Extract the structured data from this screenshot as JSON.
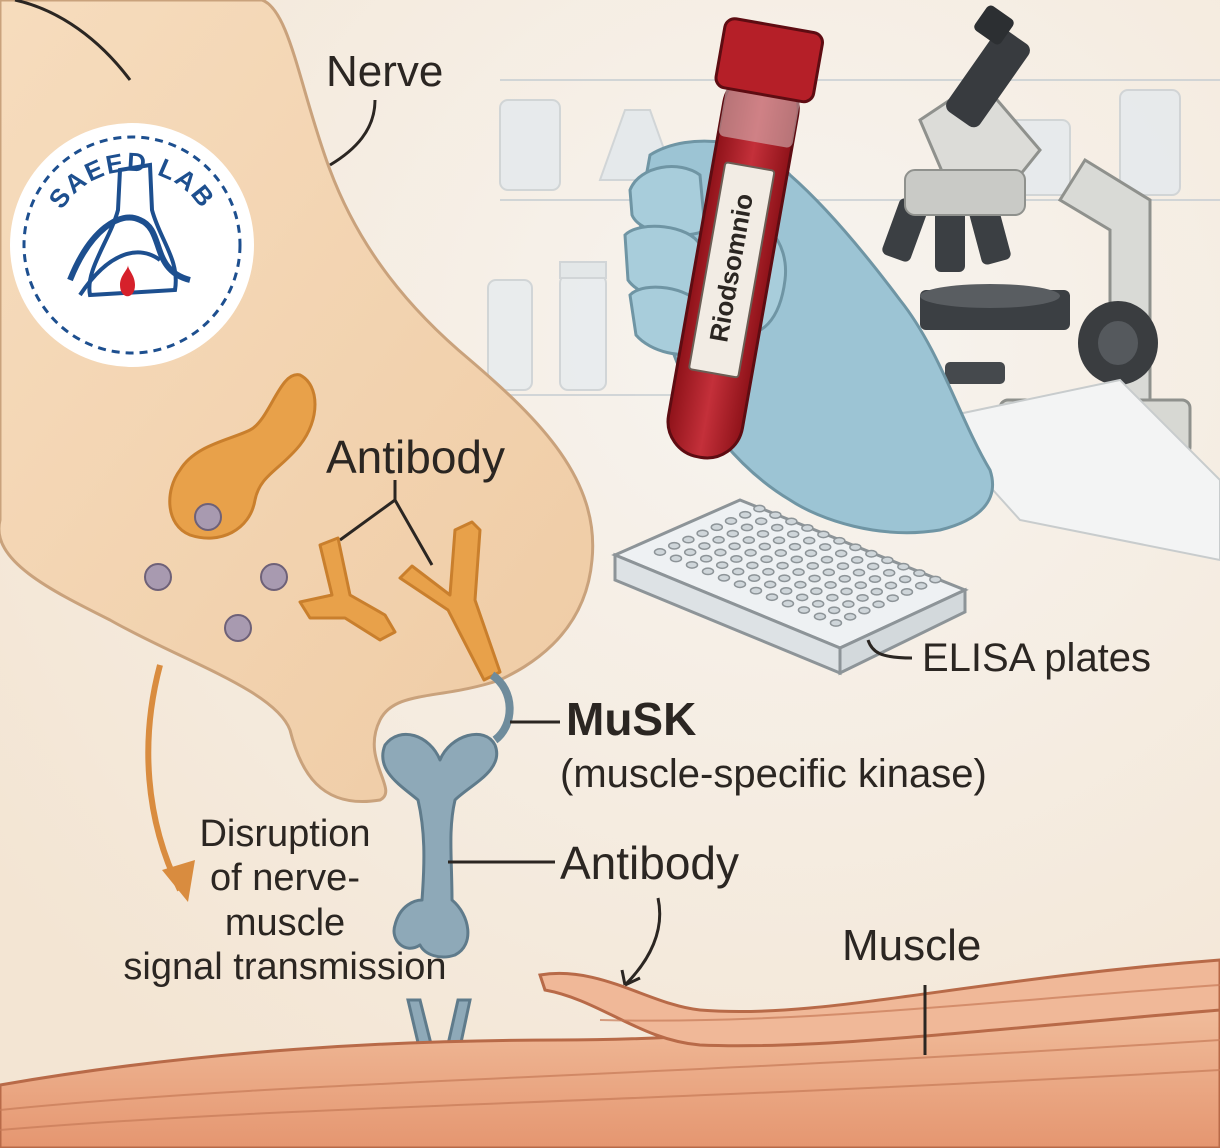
{
  "labels": {
    "nerve": "Nerve",
    "antibody_top": "Antibody",
    "elisa": "ELISA plates",
    "musk": "MuSK",
    "musk_full": "(muscle-specific kinase)",
    "antibody_mid": "Antibody",
    "muscle": "Muscle",
    "disruption": [
      "Disruption",
      "of nerve-",
      "muscle",
      "signal transmission"
    ]
  },
  "logo": {
    "text": "SAEED LAB"
  },
  "tube": {
    "label": "Riodsomnio"
  },
  "colors": {
    "background": "#f6ede2",
    "nerve_fill": "#f2d5b2",
    "antibody_orange": "#e8a14a",
    "receptor_blue": "#8ea9b8",
    "muscle_fill": "#eeb08c",
    "glove_blue": "#9cc4d4",
    "blood_red": "#b0202a",
    "logo_blue": "#1d4f8f",
    "arrow_orange": "#d98c3f"
  }
}
